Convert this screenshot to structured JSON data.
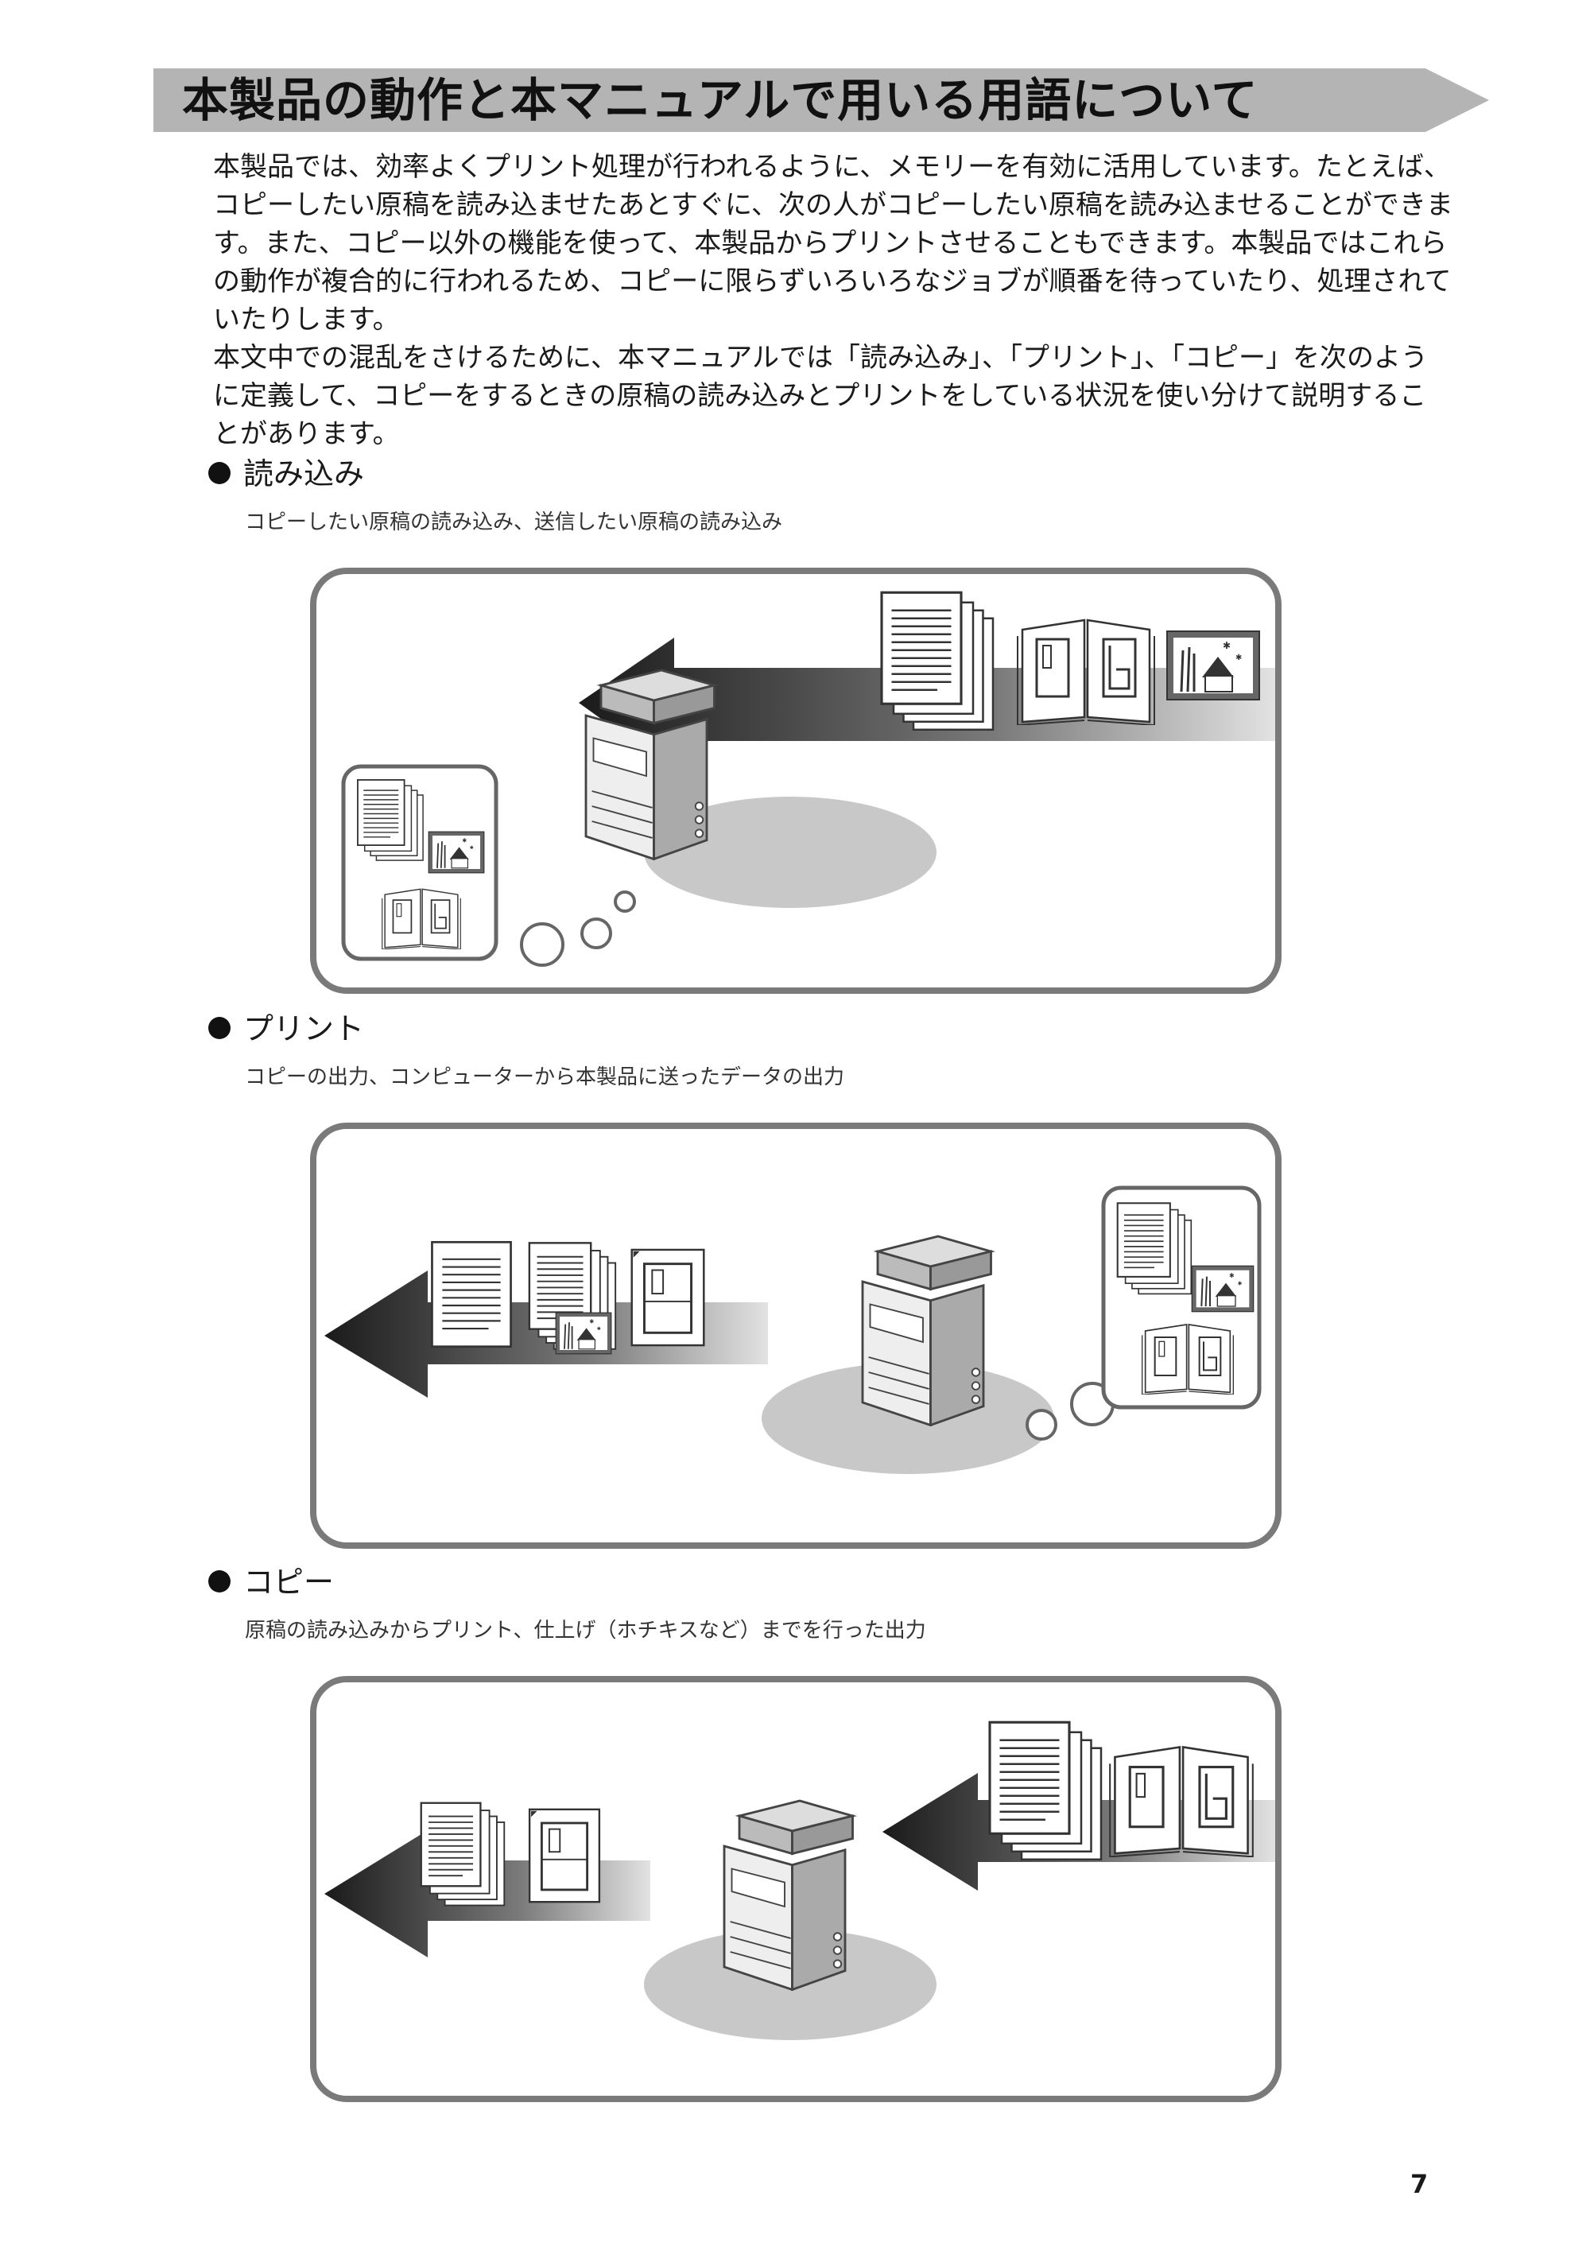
{
  "title": "本製品の動作と本マニュアルで用いる用語について",
  "intro": {
    "p1": "本製品では、効率よくプリント処理が行われるように、メモリーを有効に活用しています。たとえば、コピーしたい原稿を読み込ませたあとすぐに、次の人がコピーしたい原稿を読み込ませることができます。また、コピー以外の機能を使って、本製品からプリントさせることもできます。本製品ではこれらの動作が複合的に行われるため、コピーに限らずいろいろなジョブが順番を待っていたり、処理されていたりします。",
    "p2": "本文中での混乱をさけるために、本マニュアルでは「読み込み」、「プリント」、「コピー」を次のように定義して、コピーをするときの原稿の読み込みとプリントをしている状況を使い分けて説明することがあります。"
  },
  "sections": [
    {
      "heading": "読み込み",
      "description": "コピーしたい原稿の読み込み、送信したい原稿の読み込み"
    },
    {
      "heading": "プリント",
      "description": "コピーの出力、コンピューターから本製品に送ったデータの出力"
    },
    {
      "heading": "コピー",
      "description": "原稿の読み込みからプリント、仕上げ（ホチキスなど）までを行った出力"
    }
  ],
  "page_number": "7",
  "colors": {
    "title_band": "#b4b4b4",
    "panel_border": "#7a7a7a",
    "cloud_fill": "#c8c8c8"
  }
}
